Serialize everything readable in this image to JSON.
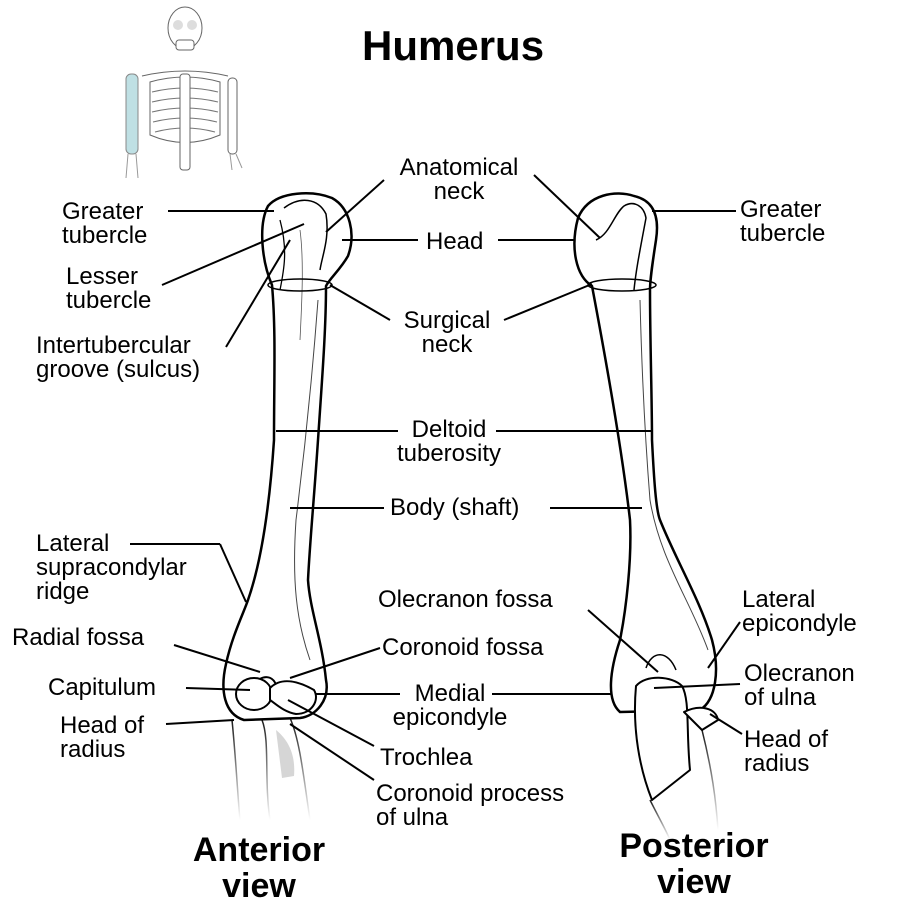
{
  "title": "Humerus",
  "accent_color": "#bfe0e4",
  "thumbnail": {
    "description": "skeleton-with-highlighted-humerus"
  },
  "views": {
    "anterior": "Anterior\nview",
    "posterior": "Posterior\nview"
  },
  "labels": {
    "greater_tubercle_left": "Greater\ntubercle",
    "lesser_tubercle": "Lesser\ntubercle",
    "intertubercular_groove": "Intertubercular\ngroove (sulcus)",
    "anatomical_neck": "Anatomical\nneck",
    "head": "Head",
    "surgical_neck": "Surgical\nneck",
    "greater_tubercle_right": "Greater\ntubercle",
    "deltoid_tuberosity": "Deltoid\ntuberosity",
    "body_shaft": "Body (shaft)",
    "lateral_supracondylar_ridge": "Lateral\nsupracondylar\nridge",
    "radial_fossa": "Radial fossa",
    "capitulum": "Capitulum",
    "head_of_radius_left": "Head of\nradius",
    "olecranon_fossa": "Olecranon fossa",
    "coronoid_fossa": "Coronoid fossa",
    "medial_epicondyle": "Medial\nepicondyle",
    "trochlea": "Trochlea",
    "coronoid_process": "Coronoid process\nof ulna",
    "lateral_epicondyle": "Lateral\nepicondyle",
    "olecranon_of_ulna": "Olecranon\nof ulna",
    "head_of_radius_right": "Head of\nradius"
  }
}
